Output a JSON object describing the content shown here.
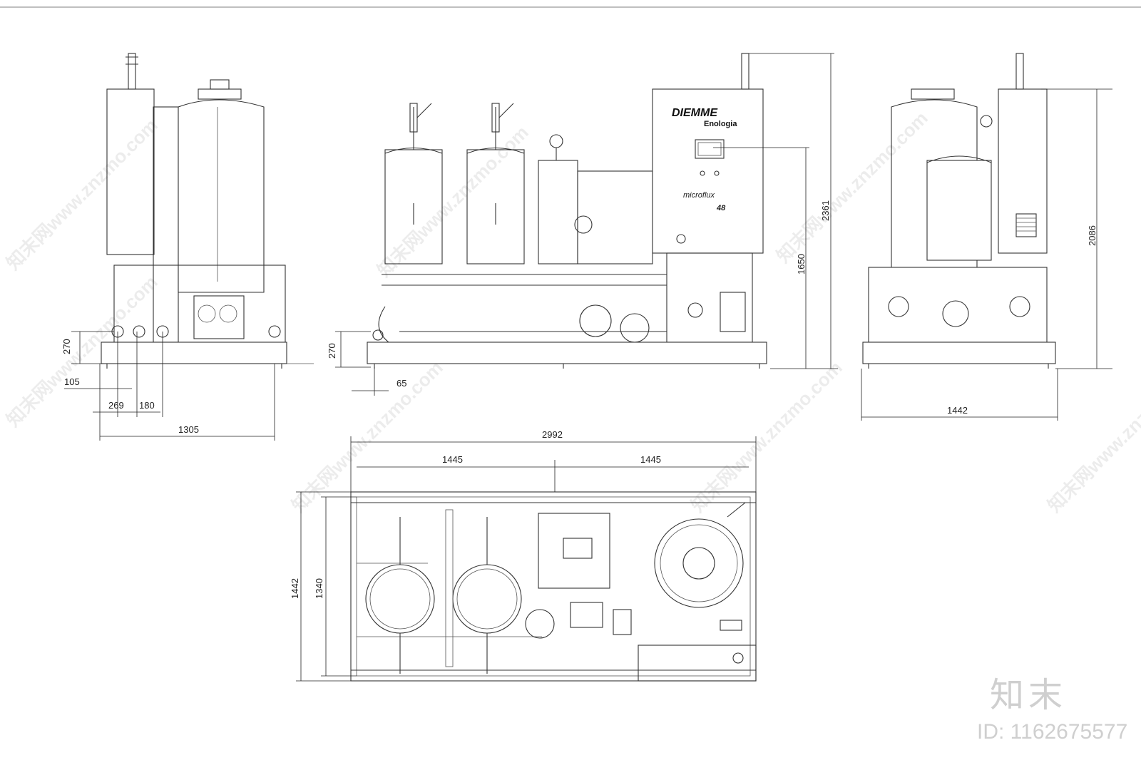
{
  "brand": {
    "name": "DIEMME",
    "subtitle": "Enologia",
    "model_script": "microflux",
    "model_number": "48"
  },
  "watermark": {
    "text": "知末网www.znzmo.com",
    "logo": "知末",
    "id_label": "ID: 1162675577"
  },
  "dimensions": {
    "left_view": {
      "height_270": "270",
      "d105": "105",
      "d269": "269",
      "d180": "180",
      "width_1305": "1305"
    },
    "front_view": {
      "height_270": "270",
      "d65": "65",
      "h1650": "1650",
      "h2361": "2361"
    },
    "right_view": {
      "h2086": "2086",
      "width_1442": "1442"
    },
    "plan_view": {
      "total_2992": "2992",
      "half_a": "1445",
      "half_b": "1445",
      "depth_1442": "1442",
      "depth_1340": "1340"
    }
  },
  "colors": {
    "line": "#333333",
    "background": "#ffffff",
    "watermark": "#cfcfcf"
  }
}
